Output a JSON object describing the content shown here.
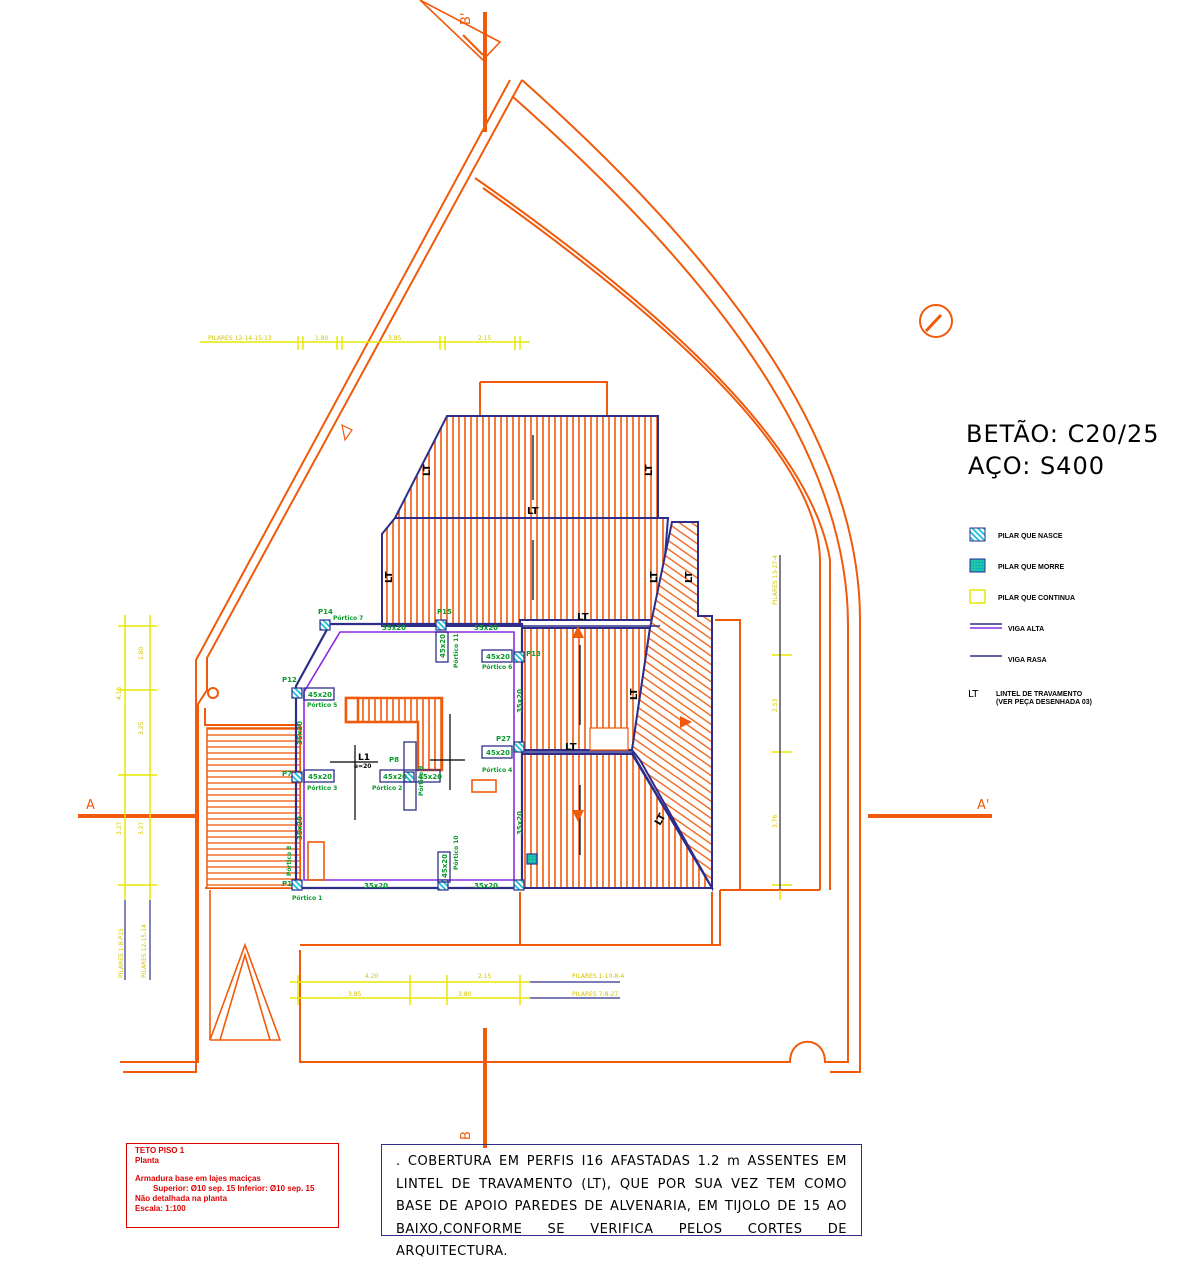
{
  "materials": {
    "concrete": "BETÃO: C20/25",
    "steel": "AÇO: S400"
  },
  "legend": [
    {
      "symbol": "hatch-cyan",
      "label": "PILAR QUE NASCE"
    },
    {
      "symbol": "dots-cyan",
      "label": "PILAR QUE MORRE"
    },
    {
      "symbol": "yellow-box",
      "label": "PILAR QUE CONTINUA"
    },
    {
      "symbol": "double-line",
      "label": "VIGA ALTA"
    },
    {
      "symbol": "single-line",
      "label": "VIGA RASA"
    },
    {
      "symbol": "text-LT",
      "label": "LINTEL DE TRAVAMENTO",
      "label2": "(VER PEÇA DESENHADA 03)",
      "code": "LT"
    }
  ],
  "sections": {
    "a_left": "A",
    "a_right": "A'",
    "b_bottom": "B",
    "b_top": "B'"
  },
  "lintel_label": "LT",
  "beams": [
    "35x20",
    "35x20",
    "35x20",
    "35x20",
    "45x20",
    "45x20",
    "45x20",
    "45x20",
    "45x20",
    "45x20",
    "35x20",
    "35x20",
    "35x20",
    "35x20",
    "45x20",
    "45x20"
  ],
  "pillars": [
    "P1",
    "P7",
    "P12",
    "P14",
    "P15",
    "P13",
    "P27",
    "P8"
  ],
  "porticos": [
    "Pórtico 1",
    "Pórtico 3",
    "Pórtico 5",
    "Pórtico 7",
    "Pórtico 11",
    "Pórtico 6",
    "Pórtico 4",
    "Pórtico 2",
    "Pórtico 9",
    "Pórtico 8",
    "Pórtico 10"
  ],
  "slab": {
    "label": "L1",
    "thickness": "e=20"
  },
  "dimensions": {
    "top_line": [
      "PILARES 12-14-15-13",
      "1.80",
      "3.85",
      "2.15"
    ],
    "bottom_line1": [
      "4.20",
      "2.15",
      "PILARES 1-10-8-4"
    ],
    "bottom_line2": [
      "3.85",
      "3.80",
      "PILARES 7-8-27"
    ],
    "left_vertical": [
      "1.80",
      "4.15",
      "3.25",
      "3.27",
      "3.27"
    ],
    "left_rotated": [
      "PILARES 1-8-P15",
      "PILARES 12-15-14"
    ],
    "right_vertical": [
      "PILARES 13-27-4",
      "2.53",
      "3.76"
    ]
  },
  "note": ". COBERTURA EM PERFIS I16 AFASTADAS 1.2 m ASSENTES EM LINTEL DE TRAVAMENTO (LT), QUE POR SUA VEZ TEM COMO BASE DE APOIO PAREDES DE ALVENARIA, EM TIJOLO DE 15 AO BAIXO,CONFORME SE VERIFICA PELOS CORTES DE ARQUITECTURA.",
  "title_block": {
    "line1": "TETO PISO 1",
    "line2": "Planta",
    "line3": "Armadura base em lajes maciças",
    "line4": "Superior: Ø10 sep. 15   Inferior: Ø10 sep. 15",
    "line5": "Não detalhada na planta",
    "line6": "Escala: 1:100"
  },
  "colors": {
    "orange": "#f05a0a",
    "blue": "#2e2e8a",
    "purple": "#8a2be2",
    "green": "#0a9a2a",
    "cyan": "#00c8e0",
    "yellow": "#e8e800",
    "red": "#e00000"
  }
}
